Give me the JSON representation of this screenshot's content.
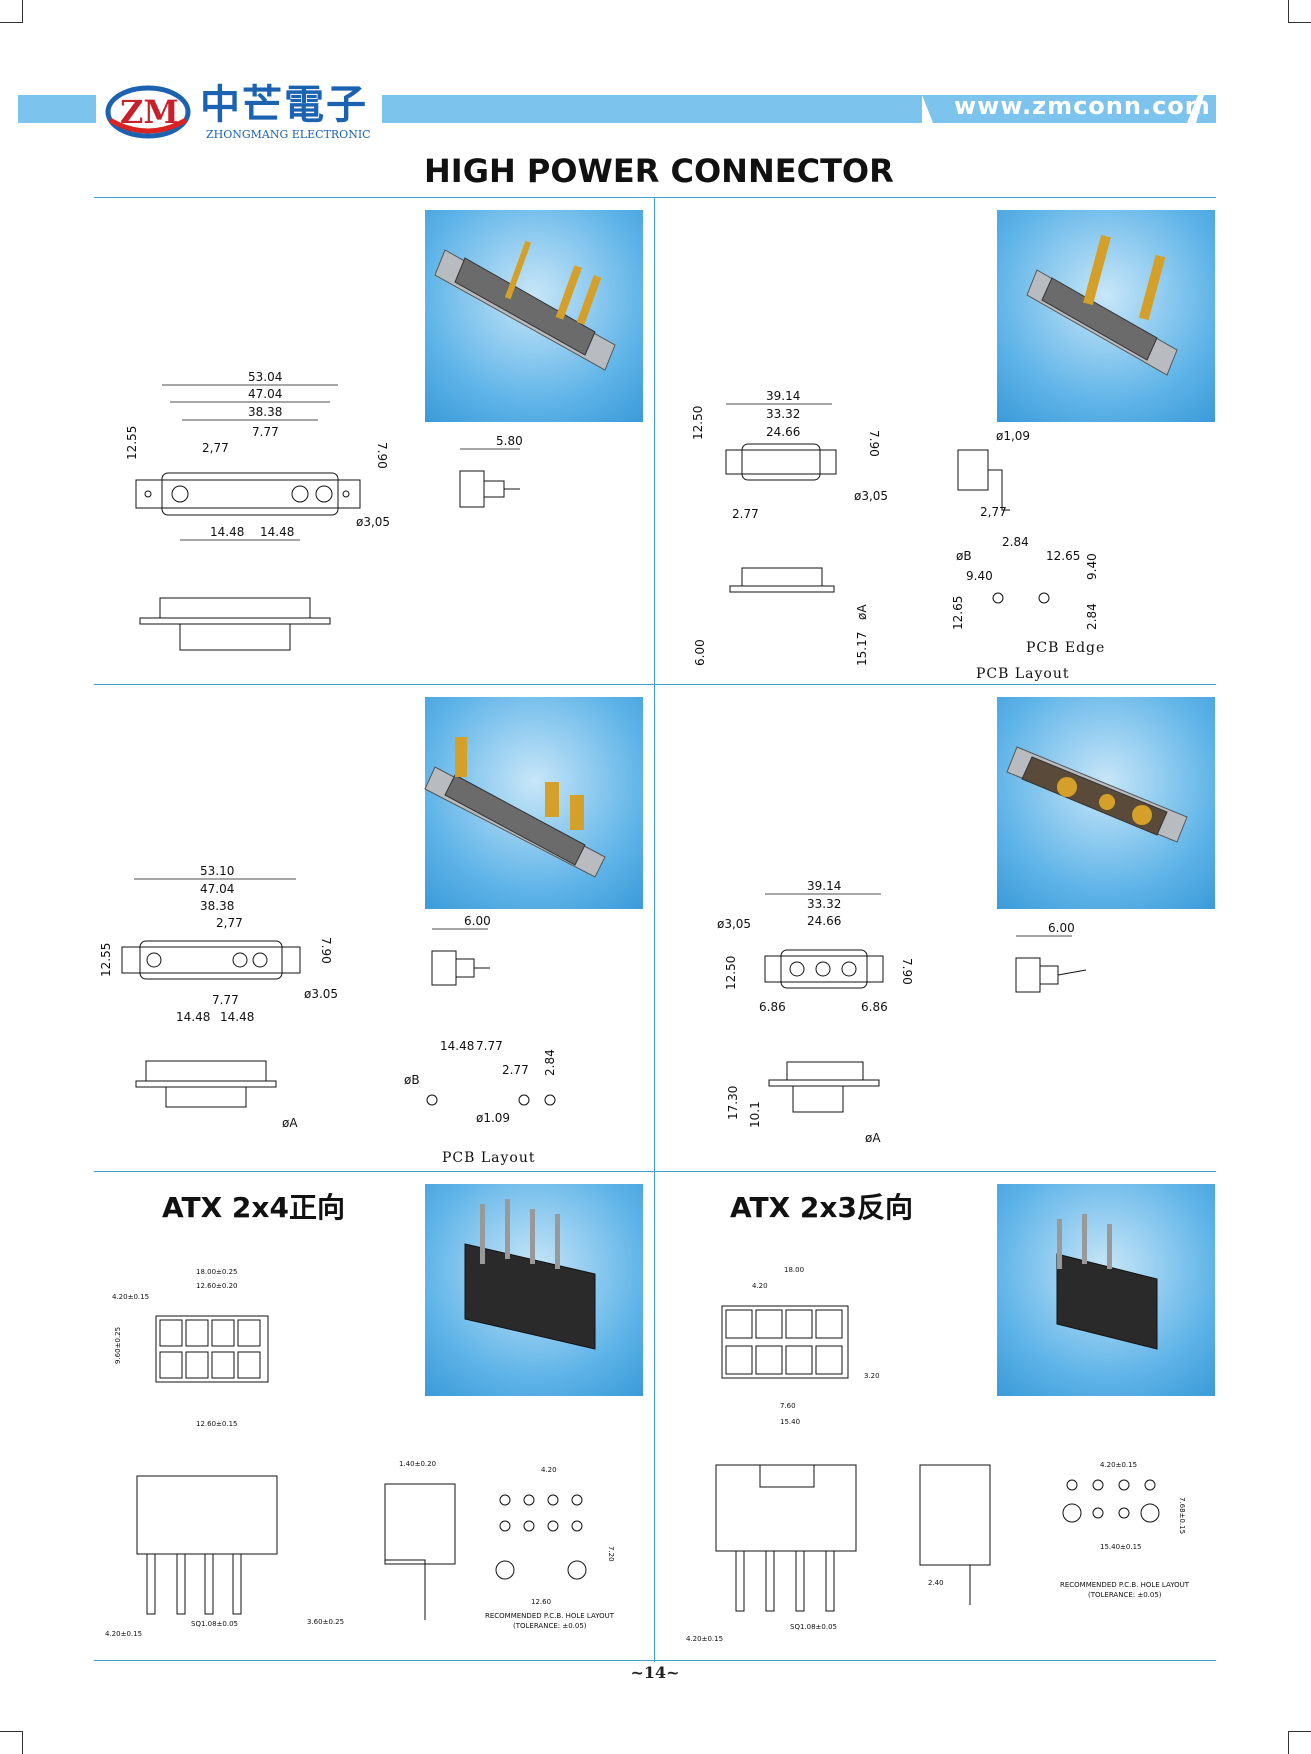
{
  "header": {
    "logo_mark": "ZM",
    "logo_cn": "中芒電子",
    "logo_en": "ZHONGMANG ELECTRONIC",
    "website": "www.zmconn.com",
    "band_color": "#7cc4ee"
  },
  "page_title": "HIGH POWER CONNECTOR",
  "sections": {
    "s1": {
      "dims": [
        "53.04",
        "47.04",
        "38.38",
        "7.77",
        "2,77",
        "12.55",
        "7.90",
        "ø3,05",
        "14.48",
        "14.48",
        "5.80"
      ]
    },
    "s2": {
      "dims": [
        "39.14",
        "33.32",
        "24.66",
        "12.50",
        "7.90",
        "ø3,05",
        "2.77",
        "6.00",
        "øA",
        "15.17",
        "ø1,09",
        "2,77",
        "2.84",
        "øB",
        "12.65",
        "9.40",
        "9.40",
        "12.65",
        "2.84"
      ],
      "labels": [
        "PCB  Edge",
        "PCB  Layout"
      ]
    },
    "s3": {
      "dims": [
        "53.10",
        "47.04",
        "38.38",
        "2,77",
        "12.55",
        "7.90",
        "ø3.05",
        "7.77",
        "14.48",
        "14.48",
        "6.00",
        "14.48",
        "7.77",
        "2.77",
        "2.84",
        "øB",
        "ø1.09",
        "øA"
      ],
      "labels": [
        "PCB  Layout"
      ]
    },
    "s4": {
      "dims": [
        "39.14",
        "33.32",
        "24.66",
        "ø3,05",
        "12.50",
        "7.90",
        "6.86",
        "6.86",
        "6.00",
        "17.30",
        "10.1",
        "øA"
      ]
    },
    "s5": {
      "title": "ATX 2x4正向",
      "dims": [
        "18.00±0.25",
        "12.60±0.20",
        "4.20±0.15",
        "9.60±0.25",
        "12.60±0.15",
        "1.40±0.20",
        "12.60",
        "4.20±0.15",
        "SQ1.08±0.05",
        "3.60±0.25",
        "4.20",
        "7.20"
      ],
      "labels": [
        "RECOMMENDED P.C.B. HOLE LAYOUT",
        "(TOLERANCE: ±0.05)"
      ]
    },
    "s6": {
      "title": "ATX 2x3反向",
      "dims": [
        "18.00",
        "4.20",
        "7.60",
        "15.40",
        "3.20",
        "4.20±0.15",
        "SQ1.08±0.05",
        "2.40",
        "4.20±0.15",
        "15.40±0.15",
        "7.68±0.15"
      ],
      "labels": [
        "RECOMMENDED P.C.B. HOLE LAYOUT",
        "(TOLERANCE: ±0.05)"
      ]
    }
  },
  "footer": {
    "page_number": "~14~"
  }
}
